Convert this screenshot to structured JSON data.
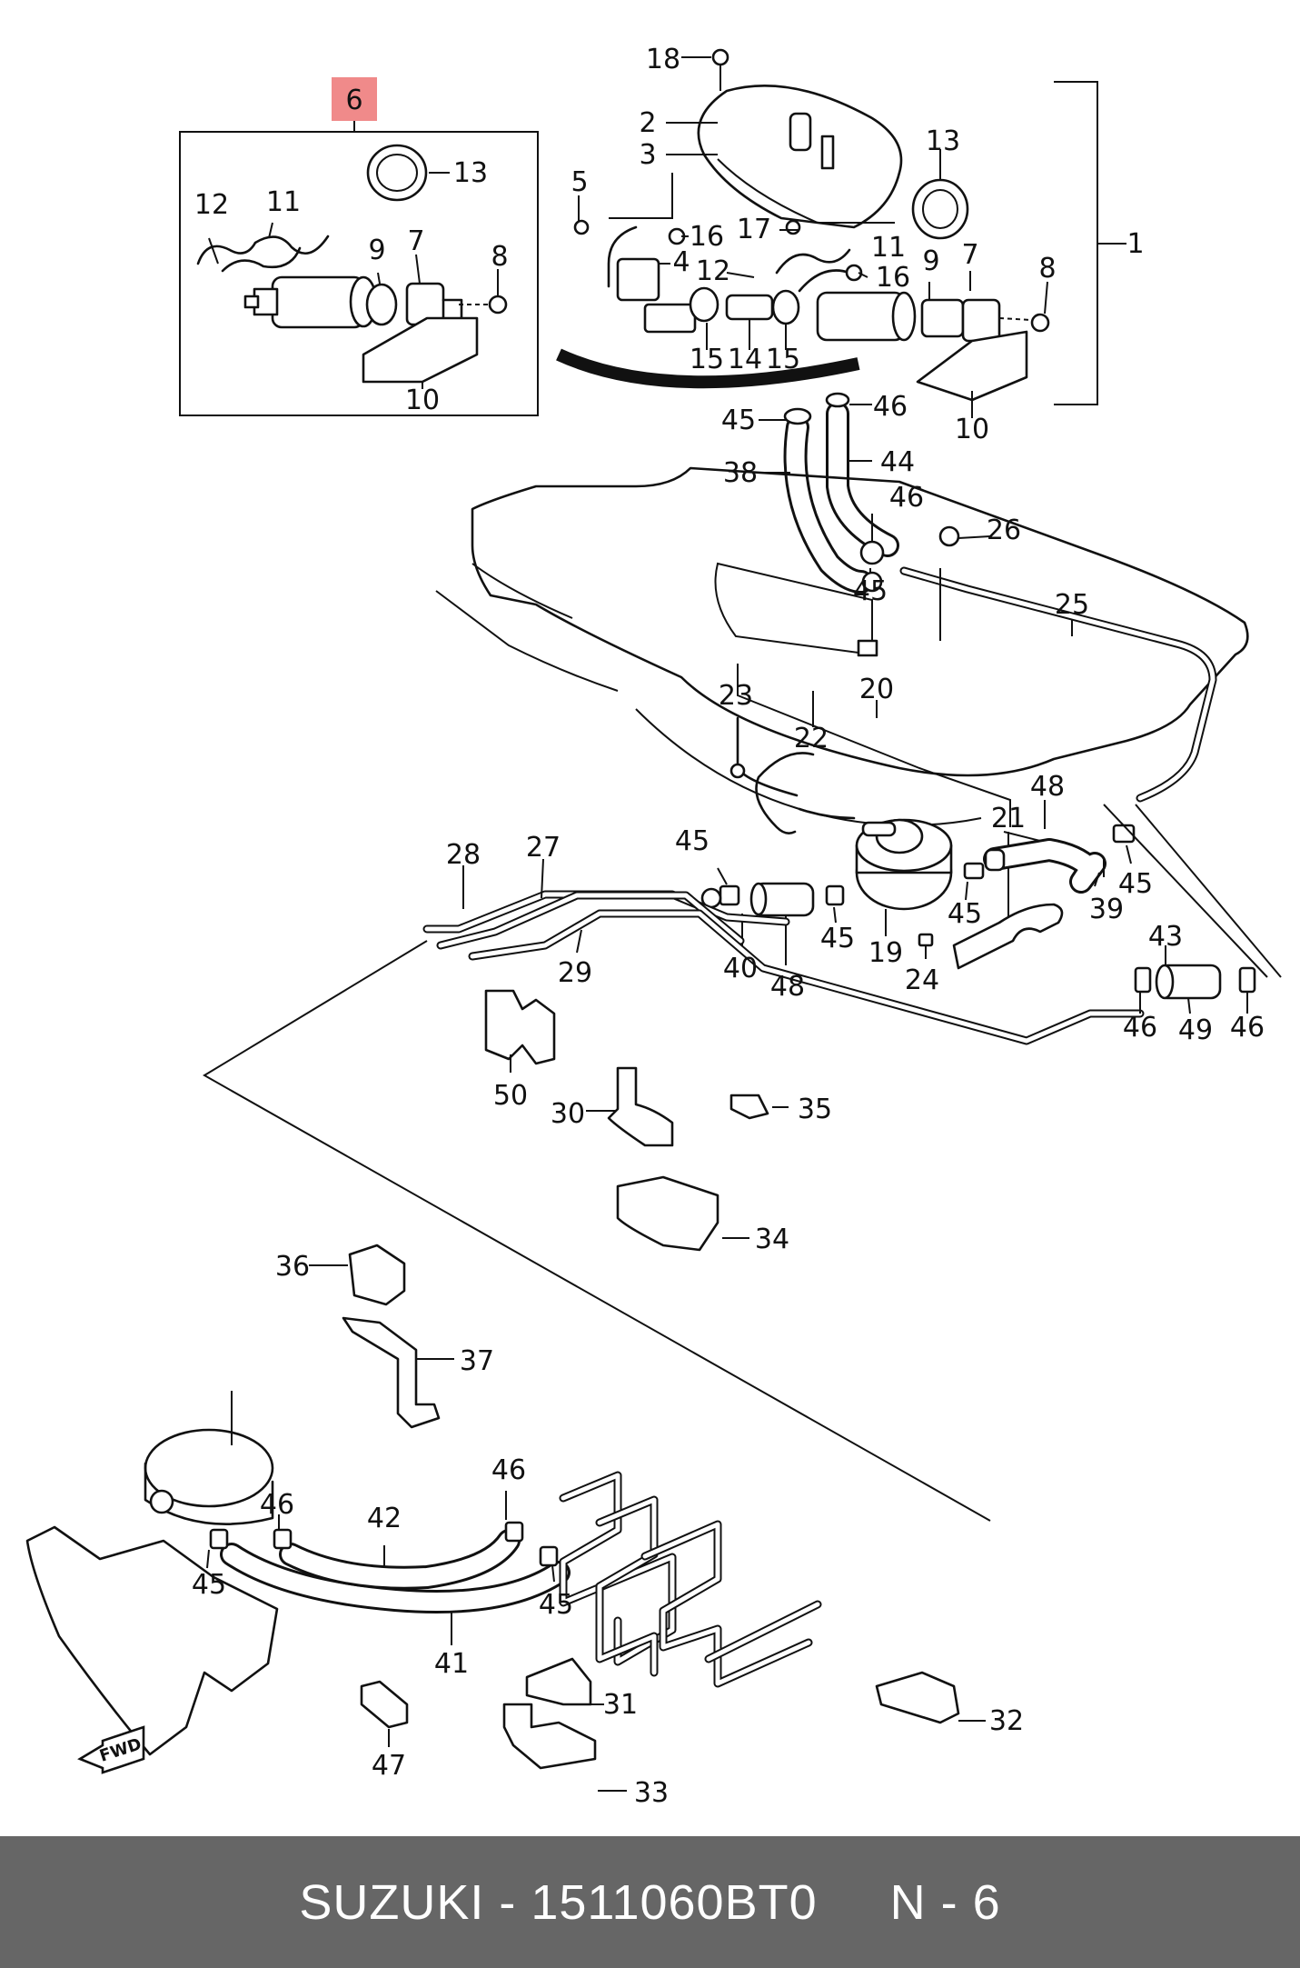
{
  "colors": {
    "highlight": "#f08a8a",
    "footer_bg": "#666666",
    "footer_text": "#ffffff",
    "line": "#111111"
  },
  "highlight_label": "6",
  "fwd_label": "FWD",
  "footer": {
    "text": "SUZUKI - 1511060BT0     N - 6"
  },
  "callouts": [
    "1",
    "2",
    "3",
    "4",
    "5",
    "7",
    "8",
    "9",
    "10",
    "11",
    "12",
    "13",
    "14",
    "15",
    "16",
    "17",
    "18",
    "19",
    "20",
    "21",
    "22",
    "23",
    "24",
    "25",
    "26",
    "27",
    "28",
    "29",
    "30",
    "31",
    "32",
    "33",
    "34",
    "35",
    "36",
    "37",
    "38",
    "39",
    "40",
    "41",
    "42",
    "43",
    "44",
    "45",
    "46",
    "47",
    "48",
    "49",
    "50"
  ]
}
